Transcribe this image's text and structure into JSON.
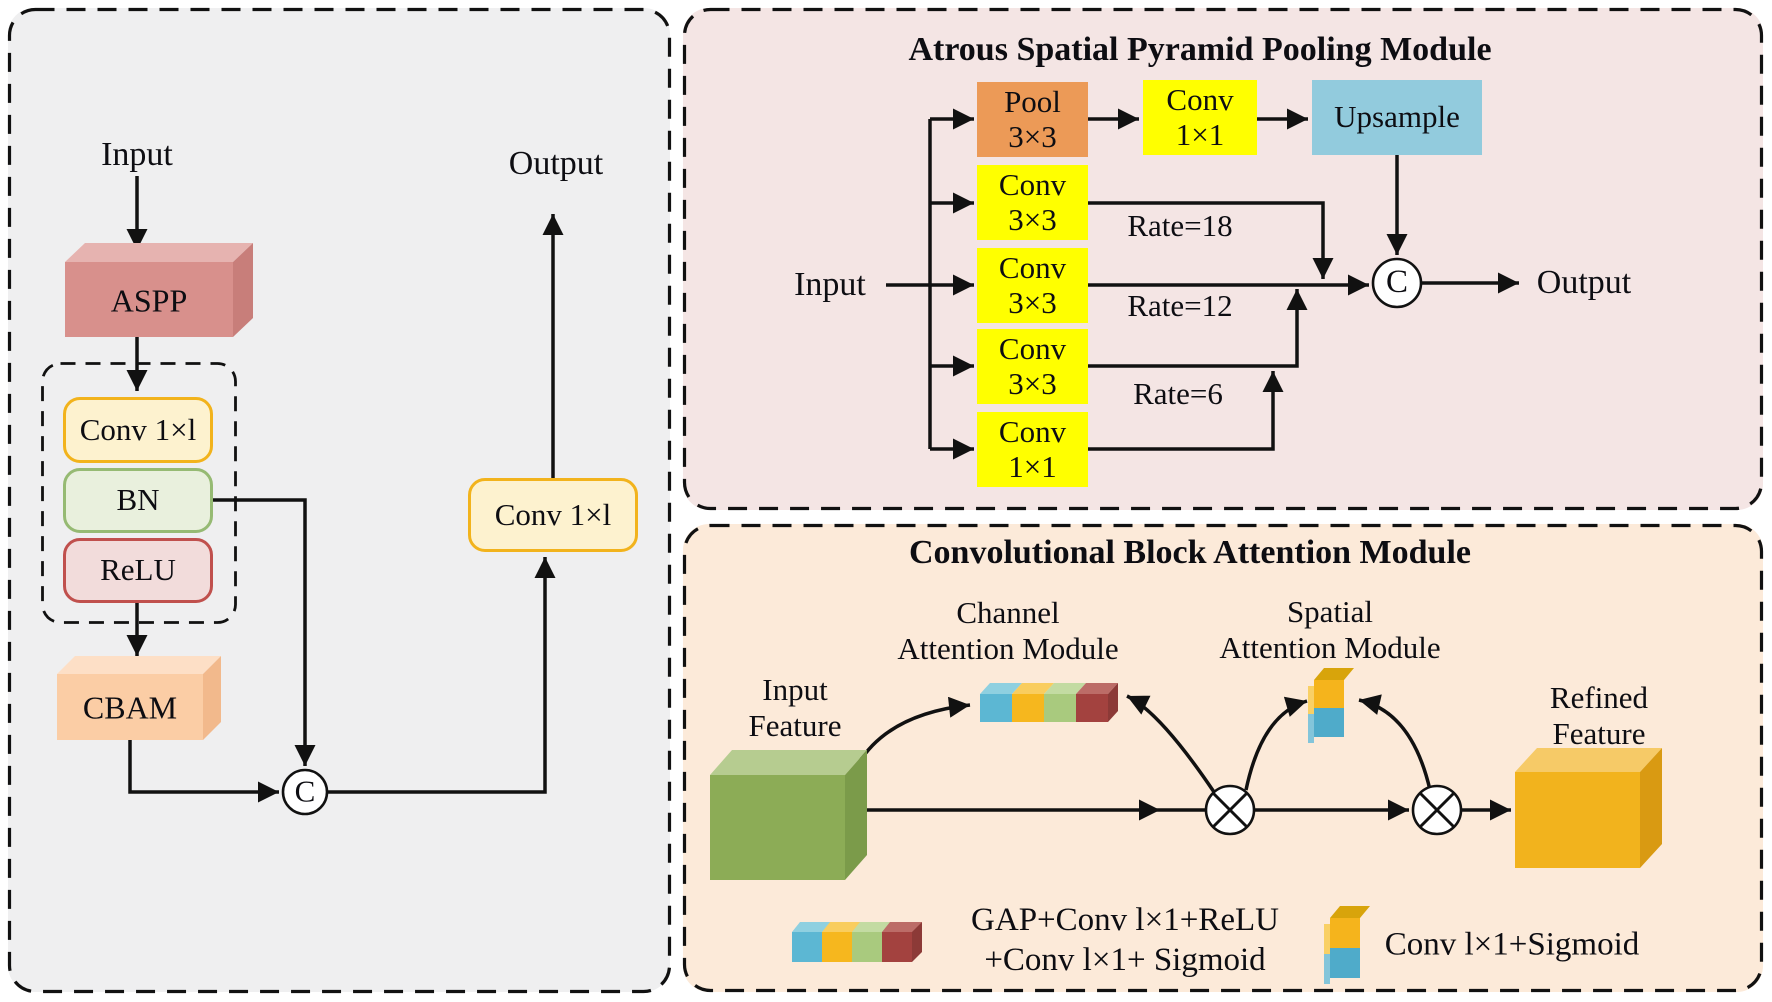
{
  "left_panel": {
    "input_label": "Input",
    "output_label": "Output",
    "aspp_box": "ASPP",
    "conv_box": "Conv 1×l",
    "bn_box": "BN",
    "relu_box": "ReLU",
    "cbam_box": "CBAM",
    "output_conv_box": "Conv 1×l",
    "concat_symbol": "C"
  },
  "aspp_module": {
    "title": "Atrous Spatial Pyramid Pooling Module",
    "input_label": "Input",
    "output_label": "Output",
    "concat_symbol": "C",
    "pool_box": {
      "line1": "Pool",
      "line2": "3×3"
    },
    "branches": [
      {
        "line1": "Conv",
        "line2": "3×3",
        "rate": "Rate=18"
      },
      {
        "line1": "Conv",
        "line2": "3×3",
        "rate": "Rate=12"
      },
      {
        "line1": "Conv",
        "line2": "3×3",
        "rate": "Rate=6"
      },
      {
        "line1": "Conv",
        "line2": "1×1"
      }
    ],
    "conv1x1_box": {
      "line1": "Conv",
      "line2": "1×1"
    },
    "upsample_box": "Upsample"
  },
  "cbam_module": {
    "title": "Convolutional Block Attention Module",
    "channel_attention": {
      "line1": "Channel",
      "line2": "Attention Module"
    },
    "spatial_attention": {
      "line1": "Spatial",
      "line2": "Attention Module"
    },
    "input_feature": {
      "line1": "Input",
      "line2": "Feature"
    },
    "refined_feature": {
      "line1": "Refined",
      "line2": "Feature"
    },
    "legend_channel": {
      "line1": "GAP+Conv l×1+ReLU",
      "line2": "+Conv l×1+ Sigmoid"
    },
    "legend_spatial": "Conv l×1+Sigmoid"
  },
  "colors": {
    "left_panel_bg": "#efeff0",
    "aspp_panel_bg": "#f4e5e4",
    "cbam_panel_bg": "#fcead9",
    "aspp_cube_front": "#d8908c",
    "cbam_cube_front": "#fbcda5",
    "conv_box_fill": "#fdf2cf",
    "conv_box_border": "#f2b31c",
    "bn_fill": "#e9f0dd",
    "bn_border": "#96ba73",
    "relu_fill": "#f2dcdb",
    "relu_border": "#c0504d",
    "pool_orange": "#ec9a57",
    "branch_yellow": "#ffff00",
    "upsample_blue": "#92cbdd",
    "input_cube_green": "#8cac56",
    "refined_cube_gold": "#f2b31d",
    "bar_blue": "#5cb7d3",
    "bar_yellow": "#f6b71e",
    "bar_green": "#a9ca7e",
    "bar_red": "#a3423f",
    "line_color": "#111111"
  }
}
